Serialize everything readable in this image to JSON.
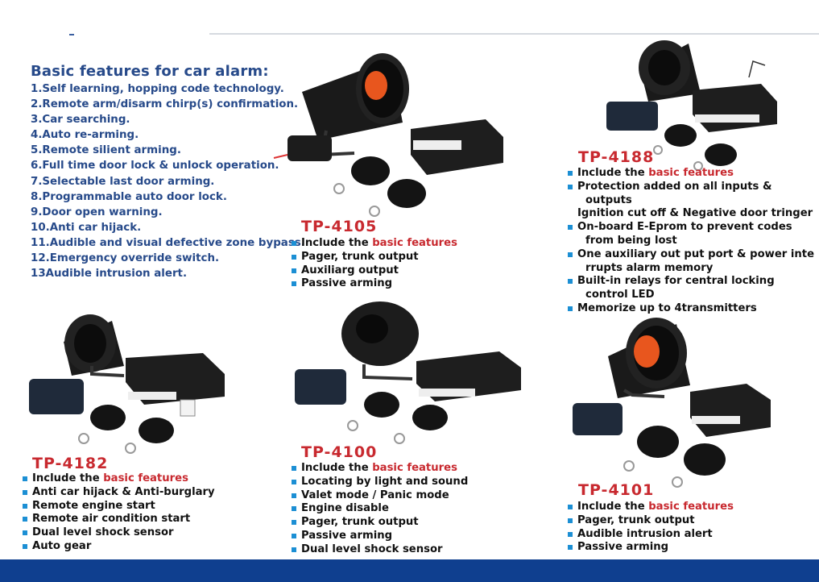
{
  "basic": {
    "title": "Basic features for car alarm:",
    "items": [
      "1.Self learning, hopping code technology.",
      "2.Remote arm/disarm chirp(s) confirmation.",
      "3.Car searching.",
      "4.Auto re-arming.",
      "5.Remote silient arming.",
      "6.Full time door lock & unlock operation.",
      "7.Selectable last door arming.",
      "8.Programmable auto door lock.",
      "9.Door open warning.",
      "10.Anti car hijack.",
      "11.Audible and visual defective zone bypass.",
      "12.Emergency override switch.",
      "13Audible intrusion alert."
    ]
  },
  "include_prefix": "Include the ",
  "include_link": "basic features",
  "tp4105": {
    "model": "TP-4105",
    "features": [
      "Pager, trunk output",
      "Auxiliarg output",
      "Passive arming"
    ]
  },
  "tp4188": {
    "model": "TP-4188",
    "protection": "Protection added on all inputs &",
    "protection_cont": "outputs",
    "ignition": "Ignition cut off & Negative door tringer",
    "eeprom": "On-board E-Eprom to prevent codes",
    "eeprom_cont": "from being lost",
    "aux": "One auxiliary out put port & power inte",
    "aux_cont": "rrupts alarm memory",
    "relays": "Built-in relays for central locking",
    "relays_cont": "control LED",
    "memorize": "Memorize up to 4transmitters"
  },
  "tp4182": {
    "model": "TP-4182",
    "features": [
      "Anti car hijack & Anti-burglary",
      "Remote engine start",
      "Remote air condition start",
      "Dual level shock sensor",
      "Auto gear"
    ]
  },
  "tp4100": {
    "model": "TP-4100",
    "features": [
      "Locating by light and sound",
      "Valet mode / Panic mode",
      "Engine disable",
      "Pager, trunk output",
      "Passive arming",
      "Dual level shock sensor"
    ]
  },
  "tp4101": {
    "model": "TP-4101",
    "features": [
      "Pager, trunk output",
      "Audible intrusion alert",
      "Passive arming"
    ]
  }
}
